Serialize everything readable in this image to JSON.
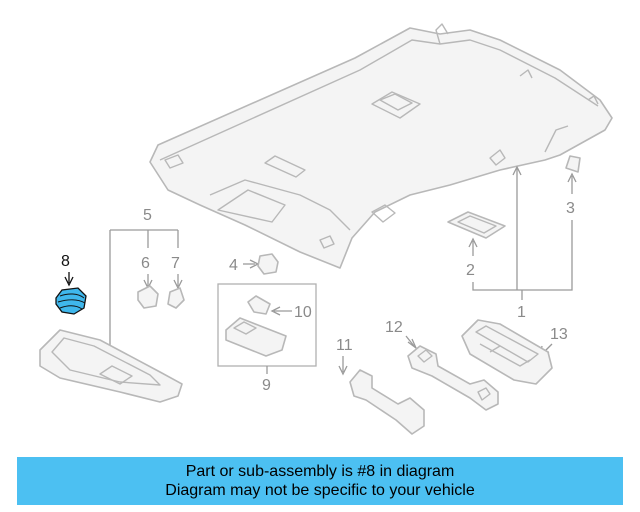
{
  "callouts": {
    "c1": "1",
    "c2": "2",
    "c3": "3",
    "c4": "4",
    "c5": "5",
    "c6": "6",
    "c7": "7",
    "c8": "8",
    "c9": "9",
    "c10": "10",
    "c11": "11",
    "c12": "12",
    "c13": "13"
  },
  "highlight": {
    "part": "8",
    "color": "#3fb7ec"
  },
  "banner": {
    "line1": "Part or sub-assembly is #8 in diagram",
    "line2": "Diagram may not be specific to your vehicle",
    "background": "#4cc0f2"
  }
}
